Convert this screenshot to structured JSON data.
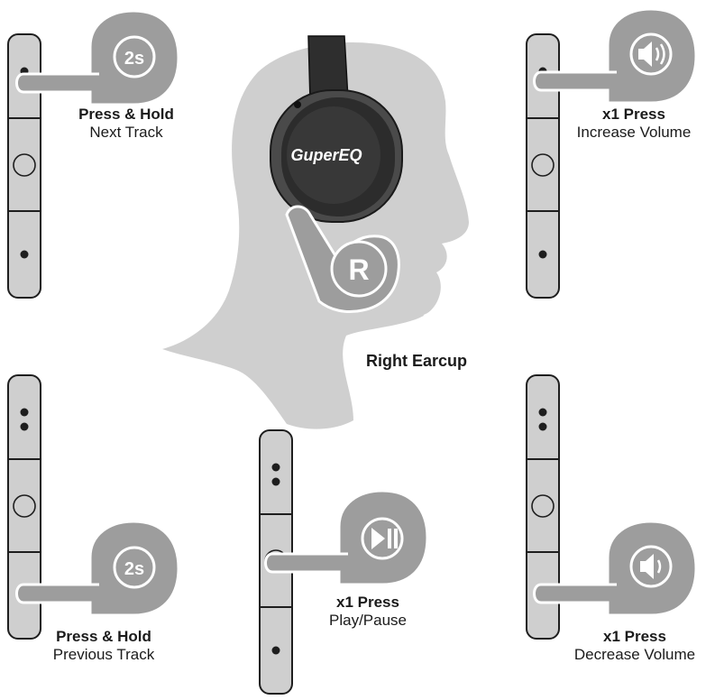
{
  "brand": {
    "logo_text": "GuperEQ"
  },
  "earcup_label": "Right Earcup",
  "side_badge": "R",
  "timer_label": "2s",
  "colors": {
    "gray": "#9d9d9d",
    "light_gray": "#cfcfcf",
    "dark": "#1e1e1e",
    "headphone": "#3a3a3a"
  },
  "controls": [
    {
      "id": "next",
      "action": "Press & Hold",
      "result": "Next Track",
      "icon": "timer-2s-icon"
    },
    {
      "id": "vol-up",
      "action": "x1 Press",
      "result": "Increase Volume",
      "icon": "speaker-volume-up-icon"
    },
    {
      "id": "prev",
      "action": "Press & Hold",
      "result": "Previous Track",
      "icon": "timer-2s-icon"
    },
    {
      "id": "play",
      "action": "x1 Press",
      "result": "Play/Pause",
      "icon": "play-pause-icon"
    },
    {
      "id": "vol-down",
      "action": "x1 Press",
      "result": "Decrease Volume",
      "icon": "speaker-volume-down-icon"
    }
  ]
}
